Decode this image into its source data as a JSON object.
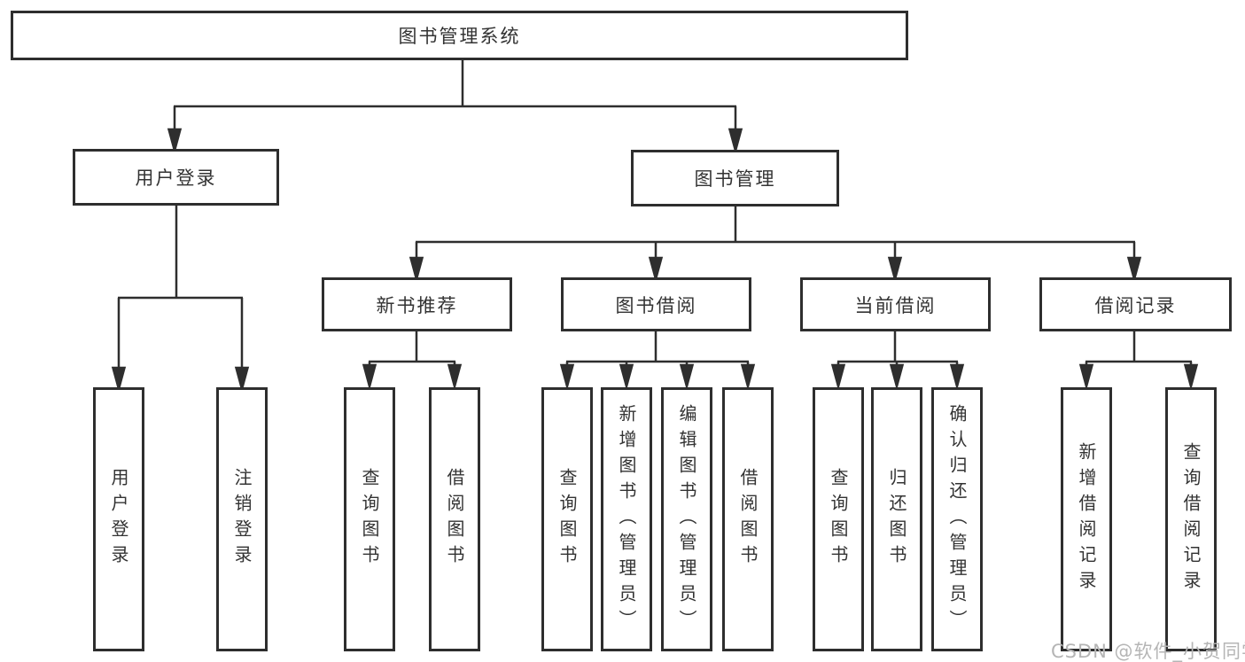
{
  "nodes": {
    "root": "图书管理系统",
    "level2": [
      {
        "label": "用户登录"
      },
      {
        "label": "图书管理"
      }
    ],
    "level3": [
      {
        "label": "新书推荐"
      },
      {
        "label": "图书借阅"
      },
      {
        "label": "当前借阅"
      },
      {
        "label": "借阅记录"
      }
    ],
    "leaves": {
      "user_login": [
        "用户登录",
        "注销登录"
      ],
      "new_book_recommend": [
        "查询图书",
        "借阅图书"
      ],
      "book_borrowing": [
        "查询图书",
        "新增图书（管理员）",
        "编辑图书（管理员）",
        "借阅图书"
      ],
      "current_borrowing": [
        "查询图书",
        "归还图书",
        "确认归还（管理员）"
      ],
      "borrow_records": [
        "新增借阅记录",
        "查询借阅记录"
      ]
    }
  },
  "watermark": "CSDN @软件_小贺同学",
  "colors": {
    "line": "#2e2e2e",
    "box_border": "#2e2e2e",
    "text": "#333333",
    "watermark": "#b5b5b5",
    "background": "#ffffff"
  }
}
